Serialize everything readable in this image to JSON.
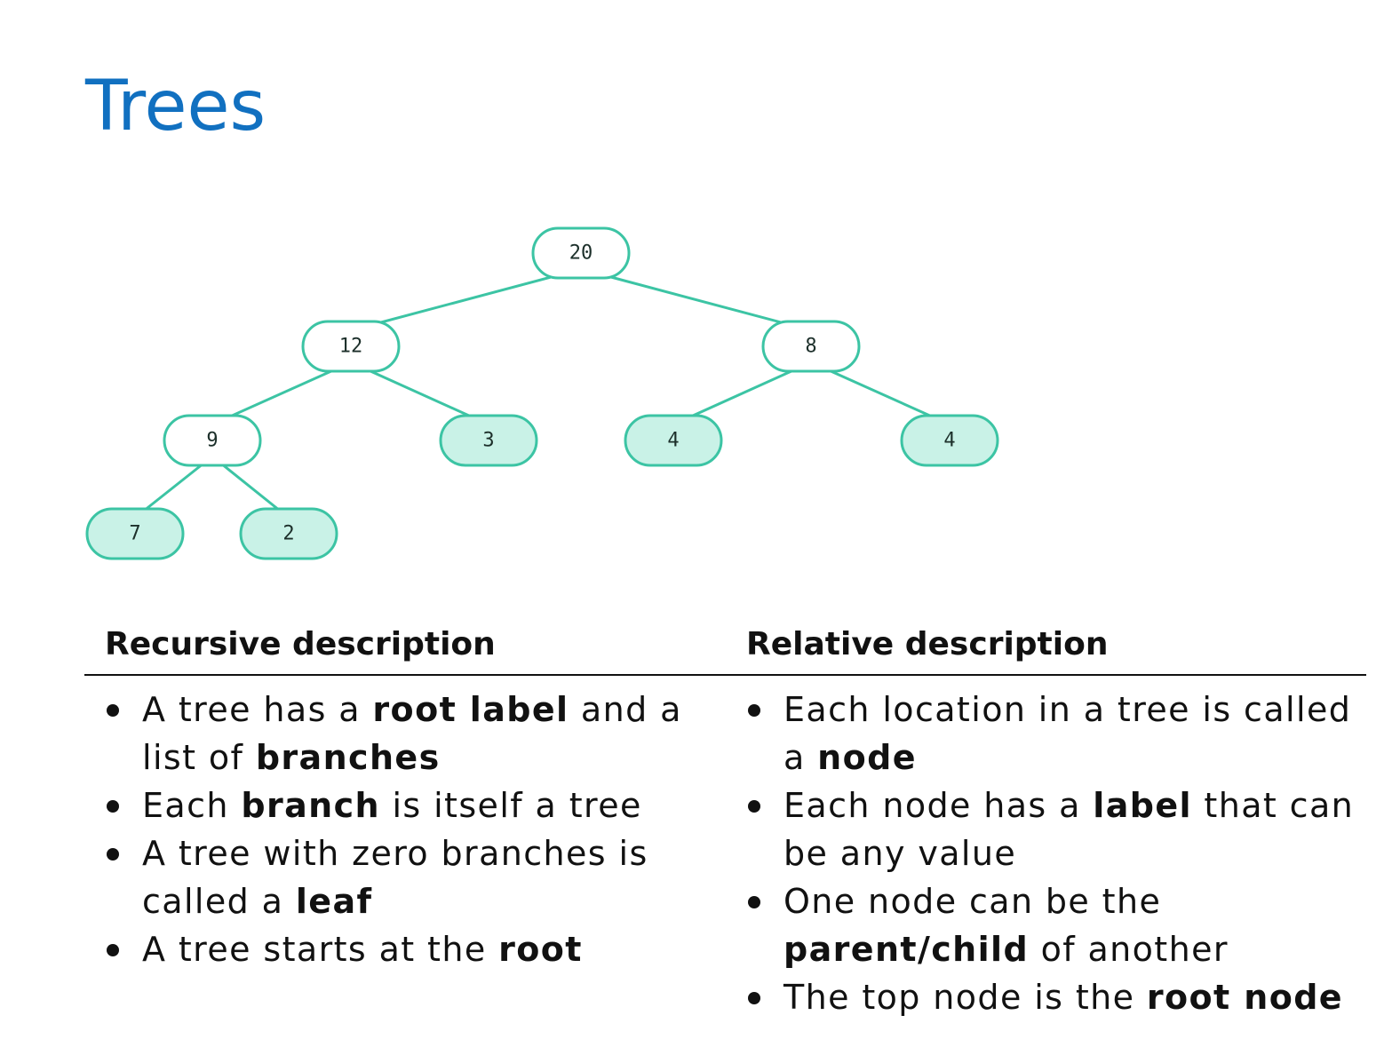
{
  "slide": {
    "title": "Trees"
  },
  "tree": {
    "nodes": [
      {
        "id": "n20",
        "label": "20",
        "leaf": false
      },
      {
        "id": "n12",
        "label": "12",
        "leaf": false
      },
      {
        "id": "n8",
        "label": "8",
        "leaf": false
      },
      {
        "id": "n9",
        "label": "9",
        "leaf": false
      },
      {
        "id": "n3",
        "label": "3",
        "leaf": true
      },
      {
        "id": "n4a",
        "label": "4",
        "leaf": true
      },
      {
        "id": "n4b",
        "label": "4",
        "leaf": true
      },
      {
        "id": "n7",
        "label": "7",
        "leaf": true
      },
      {
        "id": "n2",
        "label": "2",
        "leaf": true
      }
    ],
    "edges": [
      [
        "n20",
        "n12"
      ],
      [
        "n20",
        "n8"
      ],
      [
        "n12",
        "n9"
      ],
      [
        "n12",
        "n3"
      ],
      [
        "n8",
        "n4a"
      ],
      [
        "n8",
        "n4b"
      ],
      [
        "n9",
        "n7"
      ],
      [
        "n9",
        "n2"
      ]
    ],
    "colors": {
      "stroke": "#3cc4a4",
      "leaf_fill": "#c9f2e7",
      "internal_fill": "#ffffff"
    }
  },
  "recursive": {
    "heading": "Recursive description",
    "items": [
      [
        {
          "t": "A tree has a "
        },
        {
          "t": "root label",
          "b": true
        },
        {
          "t": " and a list of "
        },
        {
          "t": "branches",
          "b": true
        }
      ],
      [
        {
          "t": "Each "
        },
        {
          "t": "branch",
          "b": true
        },
        {
          "t": " is itself a tree"
        }
      ],
      [
        {
          "t": "A tree with zero branches is called a "
        },
        {
          "t": "leaf",
          "b": true
        }
      ],
      [
        {
          "t": "A tree starts at the "
        },
        {
          "t": "root",
          "b": true
        }
      ]
    ]
  },
  "relative": {
    "heading": "Relative description",
    "items": [
      [
        {
          "t": "Each location in a tree is called a "
        },
        {
          "t": "node",
          "b": true
        }
      ],
      [
        {
          "t": "Each node has a "
        },
        {
          "t": "label",
          "b": true
        },
        {
          "t": " that can be any value"
        }
      ],
      [
        {
          "t": "One node can be the "
        },
        {
          "t": "parent/child",
          "b": true
        },
        {
          "t": " of another"
        }
      ],
      [
        {
          "t": "The top node is the "
        },
        {
          "t": "root node",
          "b": true
        }
      ]
    ]
  }
}
